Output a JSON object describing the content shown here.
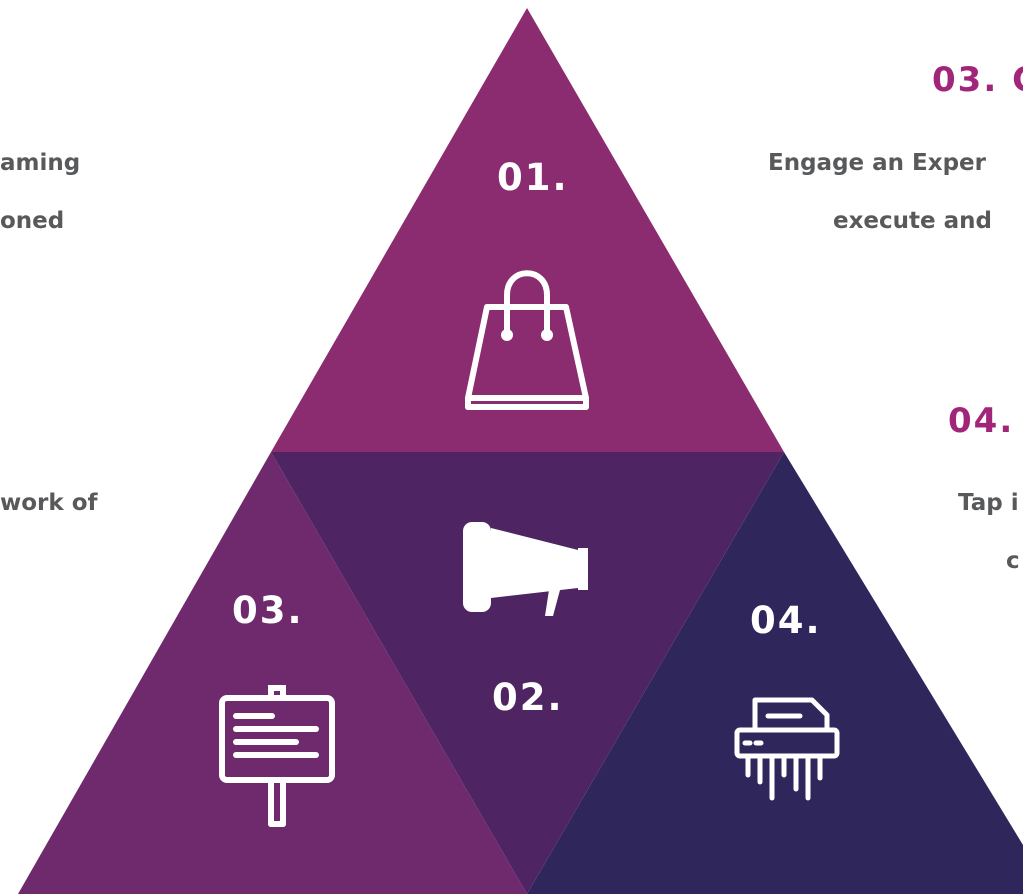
{
  "colors": {
    "segment_01": "#8b2b70",
    "segment_02": "#4f2463",
    "segment_03": "#6e2a6d",
    "segment_04": "#2f265c",
    "heading": "#a1267a",
    "body_text": "#58595b",
    "icon": "#ffffff"
  },
  "left_text": {
    "line_1": "aming",
    "line_2": "oned",
    "line_3": "work of"
  },
  "right_text": {
    "heading_03": "03. C",
    "line_03a": "Engage an Exper",
    "line_03b": "execute and",
    "heading_04": "04.",
    "line_04a": "Tap i",
    "line_04b": "c"
  },
  "segments": [
    {
      "number": "01.",
      "icon": "shopping-bag-icon"
    },
    {
      "number": "02.",
      "icon": "megaphone-icon"
    },
    {
      "number": "03.",
      "icon": "signboard-icon"
    },
    {
      "number": "04.",
      "icon": "paper-shredder-icon"
    }
  ]
}
